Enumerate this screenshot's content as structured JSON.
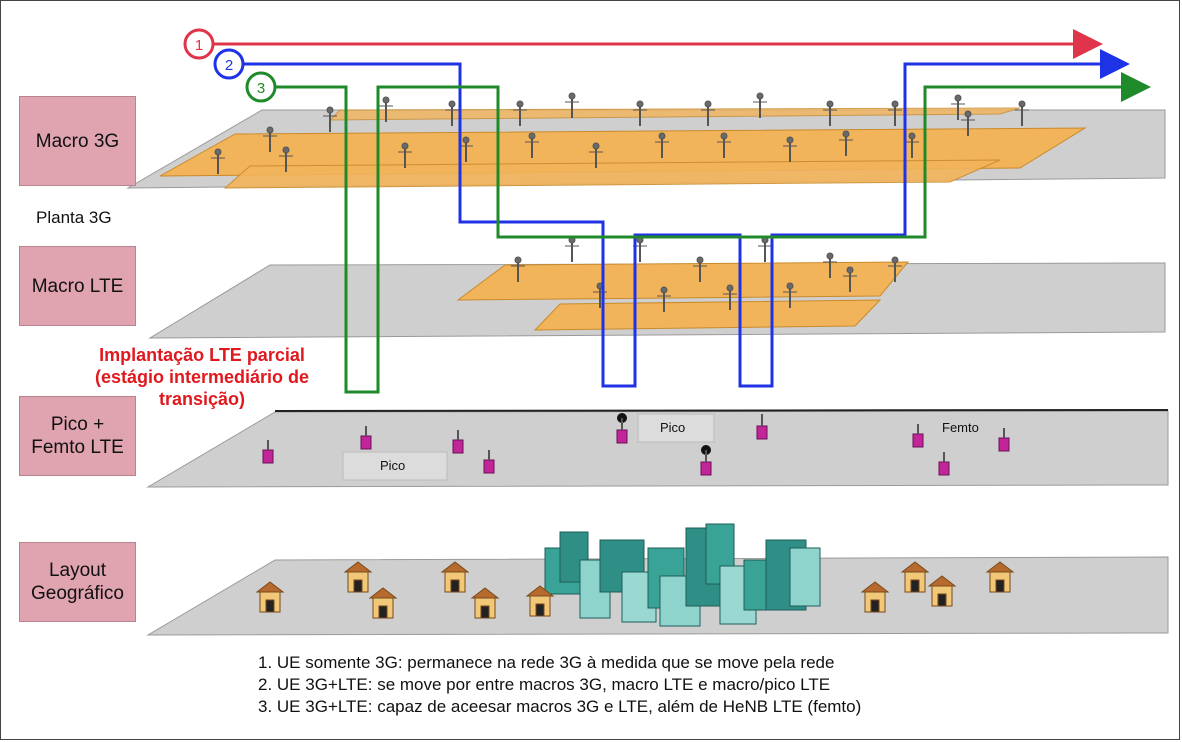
{
  "routes": [
    {
      "number": "1",
      "color": "#e0344a"
    },
    {
      "number": "2",
      "color": "#1f33e6"
    },
    {
      "number": "3",
      "color": "#1f8a2a"
    }
  ],
  "layers": {
    "macro_3g": "Macro 3G",
    "planta_3g": "Planta 3G",
    "macro_lte": "Macro LTE",
    "pico_femto": "Pico +\nFemto LTE",
    "layout": "Layout\nGeográfico"
  },
  "transition_note": {
    "line1": "Implantação LTE parcial",
    "line2": "(estágio intermediário de transição)"
  },
  "cell_labels": {
    "pico_a": "Pico",
    "pico_b": "Pico",
    "femto": "Femto"
  },
  "notes": [
    "1. UE somente 3G: permanece na rede 3G à medida que se move pela rede",
    "2. UE 3G+LTE: se move por entre macros 3G, macro LTE e macro/pico LTE",
    "3. UE 3G+LTE: capaz de aceesar macros 3G e LTE, além de HeNB LTE (femto)"
  ],
  "colors": {
    "label_box": "#e0a3b0",
    "plane": "#cfcfcf",
    "coverage": "#f2b45a",
    "femto_device": "#c2259a",
    "building": "#2f8f86",
    "house": "#f0c878",
    "note_red": "#e0191f"
  }
}
